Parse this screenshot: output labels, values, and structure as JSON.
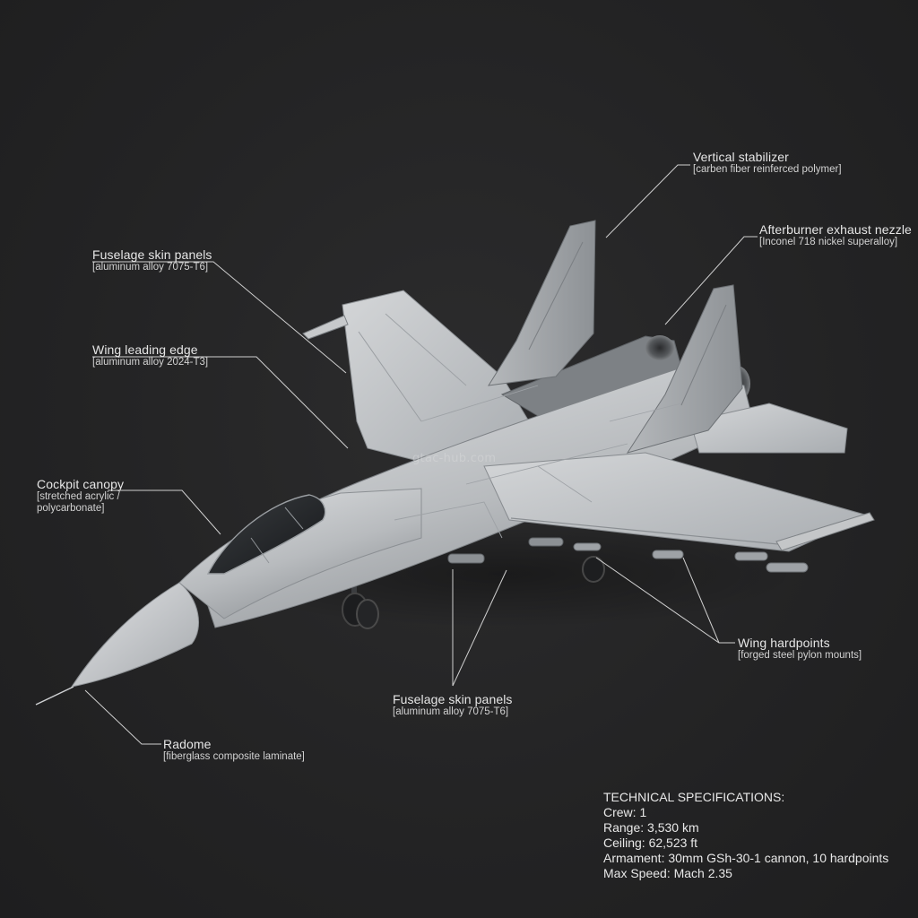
{
  "watermark": "gtac-hub.com",
  "callouts": {
    "vertical_stabilizer": {
      "title": "Vertical stabilizer",
      "material": "[carben fiber reinferced polymer]"
    },
    "afterburner": {
      "title": "Afterburner exhaust nezzle",
      "material": "[Inconel 718 nickel superalloy]"
    },
    "fuselage_top": {
      "title": "Fuselage skin panels",
      "material": "[aluminum alloy 7075-T6]"
    },
    "wing_leading_edge": {
      "title": "Wing leading edge",
      "material": "[aluminum alloy 2024-T3]"
    },
    "cockpit_canopy": {
      "title": "Cockpit canopy",
      "material_line1": "[stretched acrylic /",
      "material_line2": "polycarbonate]"
    },
    "wing_hardpoints": {
      "title": "Wing hardpoints",
      "material": "[forged steel pylon mounts]"
    },
    "fuselage_bottom": {
      "title": "Fuselage skin panels",
      "material": "[aluminum alloy 7075-T6]"
    },
    "radome": {
      "title": "Radome",
      "material": "[fiberglass composite laminate]"
    }
  },
  "specs": {
    "heading": "TECHNICAL SPECIFICATIONS:",
    "crew": "Crew: 1",
    "range": "Range: 3,530 km",
    "ceiling": "Ceiling: 62,523 ft",
    "armament": "Armament: 30mm GSh-30-1 cannon, 10 hardpoints",
    "max_speed": "Max Speed: Mach 2.35"
  },
  "colors": {
    "background": "#232324",
    "airframe": "#b9bcbf",
    "airframe_light": "#d6d8da",
    "airframe_dark": "#8e9296",
    "leader_line": "#cfcfcf",
    "text": "#e6e6e6"
  }
}
